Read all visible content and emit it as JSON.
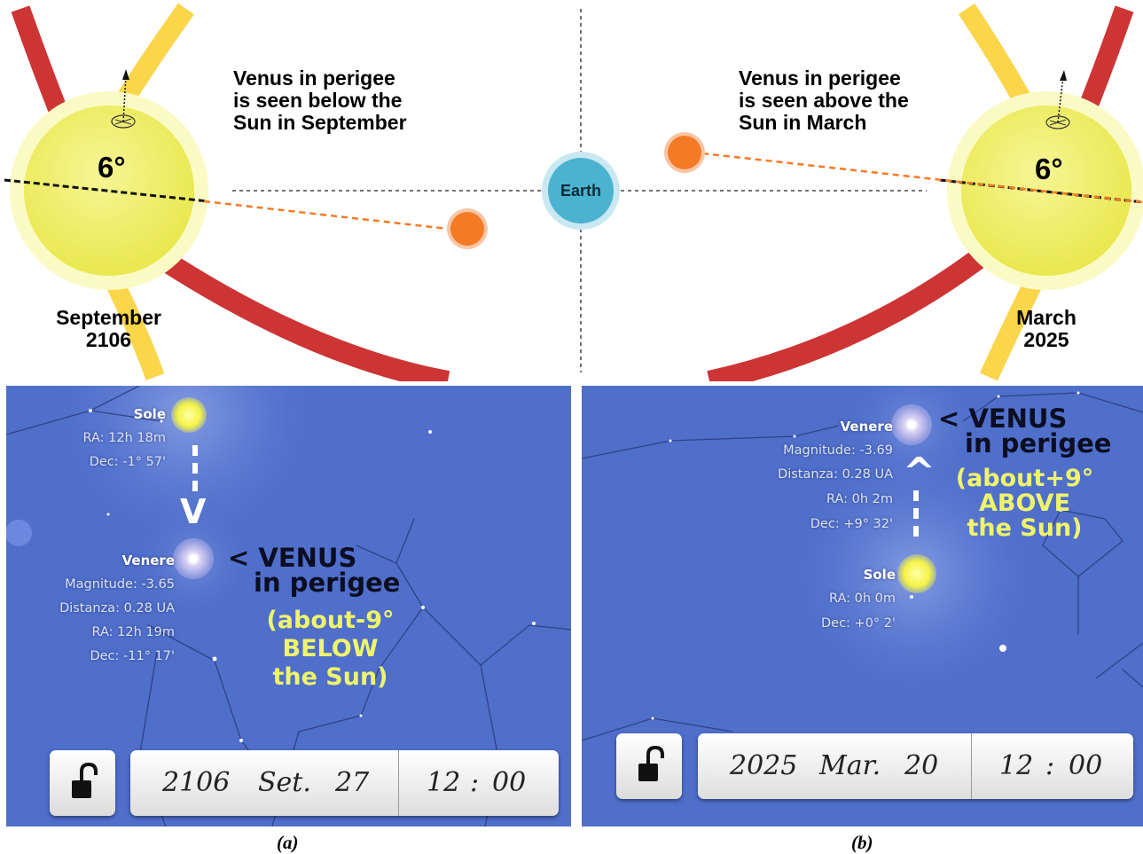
{
  "top_diagram": {
    "left_caption": "Venus in perigee\nis seen below the\nSun in September",
    "right_caption": "Venus in perigee\nis seen above the\nSun in March",
    "earth_label": "Earth",
    "left_angle": "6°",
    "right_angle": "6°",
    "left_date": "September\n2106",
    "right_date": "March\n2025",
    "colors": {
      "sun": "#f0ee6a",
      "venus": "#f47a26",
      "earth": "#4bb3cf",
      "orbit_red": "#cd3434",
      "orbit_yellow": "#fbd54a"
    }
  },
  "panel_a": {
    "sun": {
      "name": "Sole",
      "ra": "RA: 12h 18m",
      "dec": "Dec: -1° 57'"
    },
    "venus": {
      "name": "Venere",
      "magnitude": "Magnitude: -3.65",
      "distance": "Distanza: 0.28 UA",
      "ra": "RA: 12h 19m",
      "dec": "Dec: -11° 17'"
    },
    "arrow_head": "V",
    "annotation_line1": "< VENUS",
    "annotation_line2": "in perigee",
    "note_line1": "(about-9°",
    "note_line2": "BELOW",
    "note_line3": "the Sun)",
    "date": {
      "year": "2106",
      "month": "Set.",
      "day": "27",
      "hour": "12",
      "sep": ":",
      "minute": "00"
    },
    "caption": "(a)"
  },
  "panel_b": {
    "venus": {
      "name": "Venere",
      "magnitude": "Magnitude: -3.69",
      "distance": "Distanza: 0.28 UA",
      "ra": "RA: 0h 2m",
      "dec": "Dec: +9° 32'"
    },
    "sun": {
      "name": "Sole",
      "ra": "RA: 0h 0m",
      "dec": "Dec: +0° 2'"
    },
    "arrow_head": "^",
    "annotation_line1": "< VENUS",
    "annotation_line2": "in perigee",
    "note_line1": "(about+9°",
    "note_line2": "ABOVE",
    "note_line3": "the Sun)",
    "date": {
      "year": "2025",
      "month": "Mar.",
      "day": "20",
      "hour": "12",
      "sep": ":",
      "minute": "00"
    },
    "caption": "(b)"
  },
  "icons": [
    "padlock-open-icon"
  ]
}
